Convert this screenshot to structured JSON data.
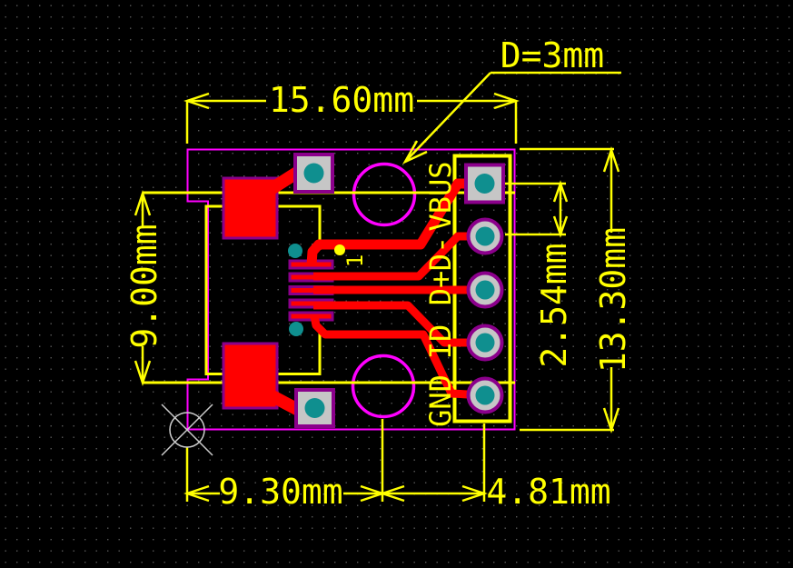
{
  "title": "Micro USB breakout PCB dimensional drawing",
  "dims": {
    "board_width": "15.60mm",
    "connector_height": "9.00mm",
    "board_height": "13.30mm",
    "pin_pitch": "2.54mm",
    "hole_offset_x": "9.30mm",
    "hole_to_pins": "4.81mm",
    "hole_note": "D=3mm"
  },
  "pins": {
    "labels": [
      "VBUS",
      "D-",
      "D+",
      "ID",
      "GND"
    ],
    "pin1_marker": "1"
  },
  "colors": {
    "background": "#000000",
    "grid_dot": "#585858",
    "board_outline": "#ff00ff",
    "silkscreen": "#ffff00",
    "copper": "#ff0000",
    "pad_border": "#8b008b",
    "pad_surface": "#c6c6c6",
    "drill": "#0f8f8f",
    "origin_marker": "#cccccc"
  }
}
